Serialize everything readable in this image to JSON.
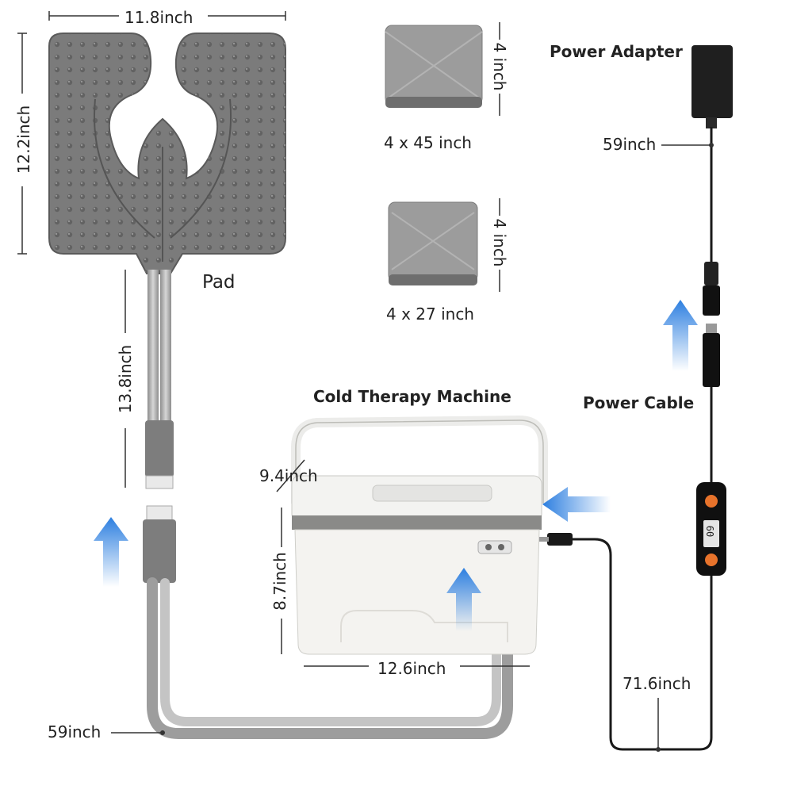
{
  "labels": {
    "pad": "Pad",
    "machine": "Cold Therapy Machine",
    "power_adapter": "Power Adapter",
    "power_cable": "Power Cable"
  },
  "dimensions": {
    "pad_width": "11.8inch",
    "pad_height": "12.2inch",
    "hose_length": "13.8inch",
    "machine_depth": "9.4inch",
    "machine_height": "8.7inch",
    "machine_width": "12.6inch",
    "tube_length": "59inch",
    "adapter_cord": "59inch",
    "power_cable_length": "71.6inch"
  },
  "straps": {
    "long_size": "4 x 45 inch",
    "long_width": "4 inch",
    "short_size": "4 x 27 inch",
    "short_width": "4 inch"
  },
  "controller": {
    "display": "60"
  },
  "colors": {
    "pad": "#7b7b7b",
    "hose": "#a9a9a9",
    "arrow": "#2d7fe0",
    "cooler": "#f2f1ee",
    "cable": "#1a1a1a"
  }
}
